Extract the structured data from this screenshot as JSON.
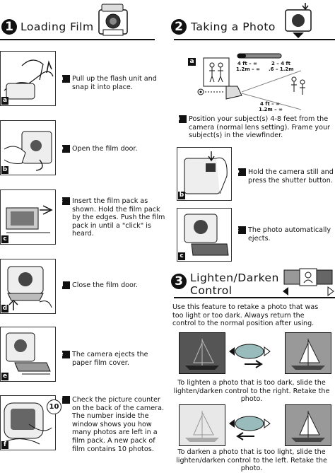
{
  "left": {
    "number": "1",
    "title": "Loading Film",
    "steps": [
      {
        "letter": "a",
        "text": "Pull up the flash unit and snap it into place."
      },
      {
        "letter": "b",
        "text": "Open the film door."
      },
      {
        "letter": "c",
        "text": "Insert the film pack as shown. Hold the film pack by the edges. Push the film pack in until a \"click\" is heard."
      },
      {
        "letter": "d",
        "text": "Close the film door."
      },
      {
        "letter": "e",
        "text": "The camera ejects the paper film cover."
      },
      {
        "letter": "f",
        "text": "Check the picture counter on the back of the camera. The number inside the window shows you how many photos are left in a film pack. A new pack of film contains 10 photos."
      }
    ],
    "counter_value": "10"
  },
  "right": {
    "number": "2",
    "title": "Taking a Photo",
    "diagram_letter": "a",
    "range_far_top": "4 ft – ∞",
    "range_far_bottom": "1.2m – ∞",
    "range_near_top": "2 – 4 ft",
    "range_near_bottom": ".6 – 1.2m",
    "range_lower_top": "4 ft – ∞",
    "range_lower_bottom": "1.2m – ∞",
    "steps": [
      {
        "letter": "a",
        "text": "Position your subject(s) 4-8 feet from the camera (normal lens setting). Frame your subject(s) in the viewfinder."
      },
      {
        "letter": "b",
        "text": "Hold the camera still and press the shutter button."
      },
      {
        "letter": "c",
        "text": "The photo automatically ejects."
      }
    ]
  },
  "section3": {
    "number": "3",
    "title_line1": "Lighten/Darken",
    "title_line2": "Control",
    "intro": "Use this feature to retake a photo that was too light or too dark. Always return the control to the normal position after using.",
    "caption_lighten": "To lighten a photo that is too dark, slide the lighten/darken control to the right. Retake the photo.",
    "caption_darken": "To darken a photo that is too light, slide the lighten/darken control to the left. Retake the photo."
  }
}
